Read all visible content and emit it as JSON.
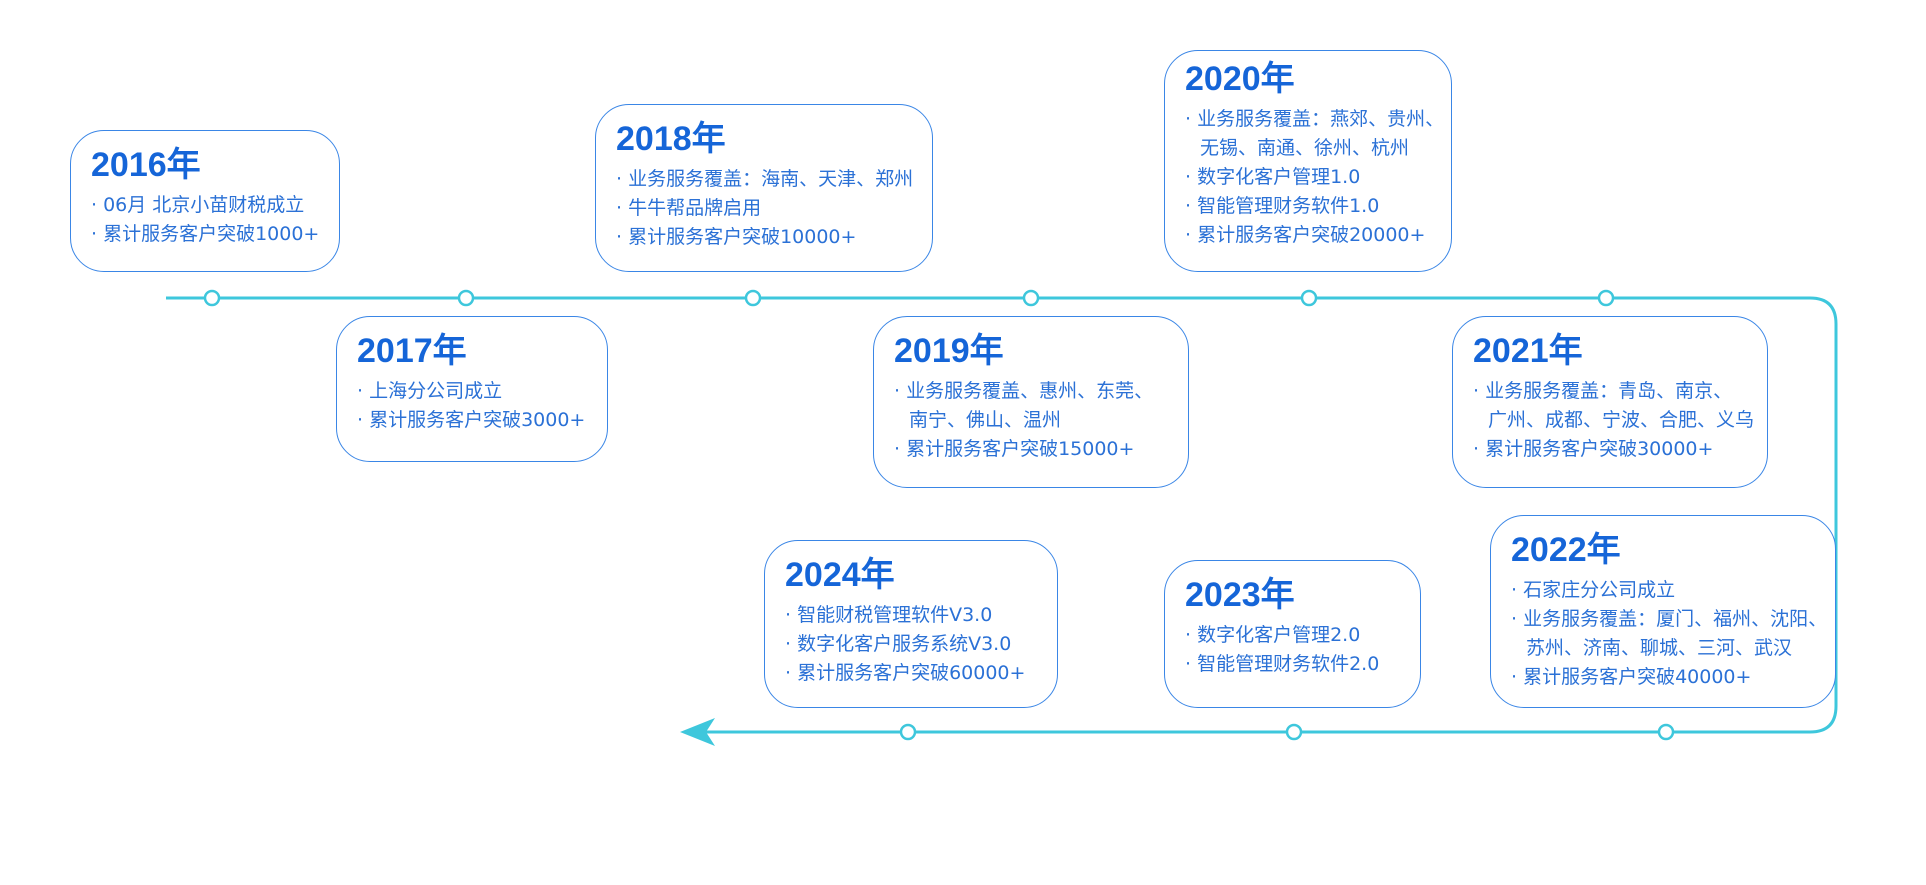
{
  "colors": {
    "line": "#3ec7dc",
    "card_border": "#3a86e6",
    "year_text": "#1565d8",
    "item_text": "#2b71d6"
  },
  "cards": [
    {
      "year": "2016年",
      "items": [
        "· 06月 北京小苗财税成立",
        "· 累计服务客户突破1000+"
      ]
    },
    {
      "year": "2017年",
      "items": [
        "· 上海分公司成立",
        "· 累计服务客户突破3000+"
      ]
    },
    {
      "year": "2018年",
      "items": [
        "· 业务服务覆盖：海南、天津、郑州",
        "· 牛牛帮品牌启用",
        "· 累计服务客户突破10000+"
      ]
    },
    {
      "year": "2019年",
      "items": [
        "· 业务服务覆盖、惠州、东莞、",
        "南宁、佛山、温州",
        "· 累计服务客户突破15000+"
      ]
    },
    {
      "year": "2020年",
      "items": [
        "· 业务服务覆盖：燕郊、贵州、",
        "无锡、南通、徐州、杭州",
        "· 数字化客户管理1.0",
        "· 智能管理财务软件1.0",
        "· 累计服务客户突破20000+"
      ]
    },
    {
      "year": "2021年",
      "items": [
        "· 业务服务覆盖：青岛、南京、",
        "广州、成都、宁波、合肥、义乌",
        "· 累计服务客户突破30000+"
      ]
    },
    {
      "year": "2022年",
      "items": [
        "· 石家庄分公司成立",
        "· 业务服务覆盖：厦门、福州、沈阳、",
        "苏州、济南、聊城、三河、武汉",
        "· 累计服务客户突破40000+"
      ]
    },
    {
      "year": "2023年",
      "items": [
        "· 数字化客户管理2.0",
        "· 智能管理财务软件2.0"
      ]
    },
    {
      "year": "2024年",
      "items": [
        "· 智能财税管理软件V3.0",
        "· 数字化客户服务系统V3.0",
        "· 累计服务客户突破60000+"
      ]
    }
  ]
}
